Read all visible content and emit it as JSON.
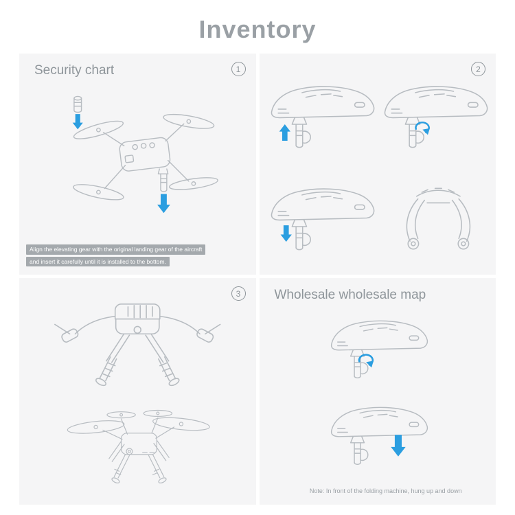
{
  "page": {
    "title": "Inventory"
  },
  "colors": {
    "accent_blue": "#2B9EE0",
    "panel_background": "#f5f5f6",
    "line_art_gray": "#b7bcc1",
    "text_gray": "#8e959a"
  },
  "icons": {
    "arrow_down": "↓",
    "arrow_up": "↑",
    "arrow_rotate": "↻"
  },
  "panels": {
    "p1": {
      "heading": "Security chart",
      "badge": "1",
      "caption_line1": "Align the elevating gear with the original landing gear of the aircraft",
      "caption_line2": "and insert it carefully until it is installed to the bottom."
    },
    "p2": {
      "badge": "2"
    },
    "p3": {
      "badge": "3"
    },
    "p4": {
      "heading": "Wholesale wholesale map",
      "note": "Note: In front of the folding machine, hung up and down"
    }
  }
}
